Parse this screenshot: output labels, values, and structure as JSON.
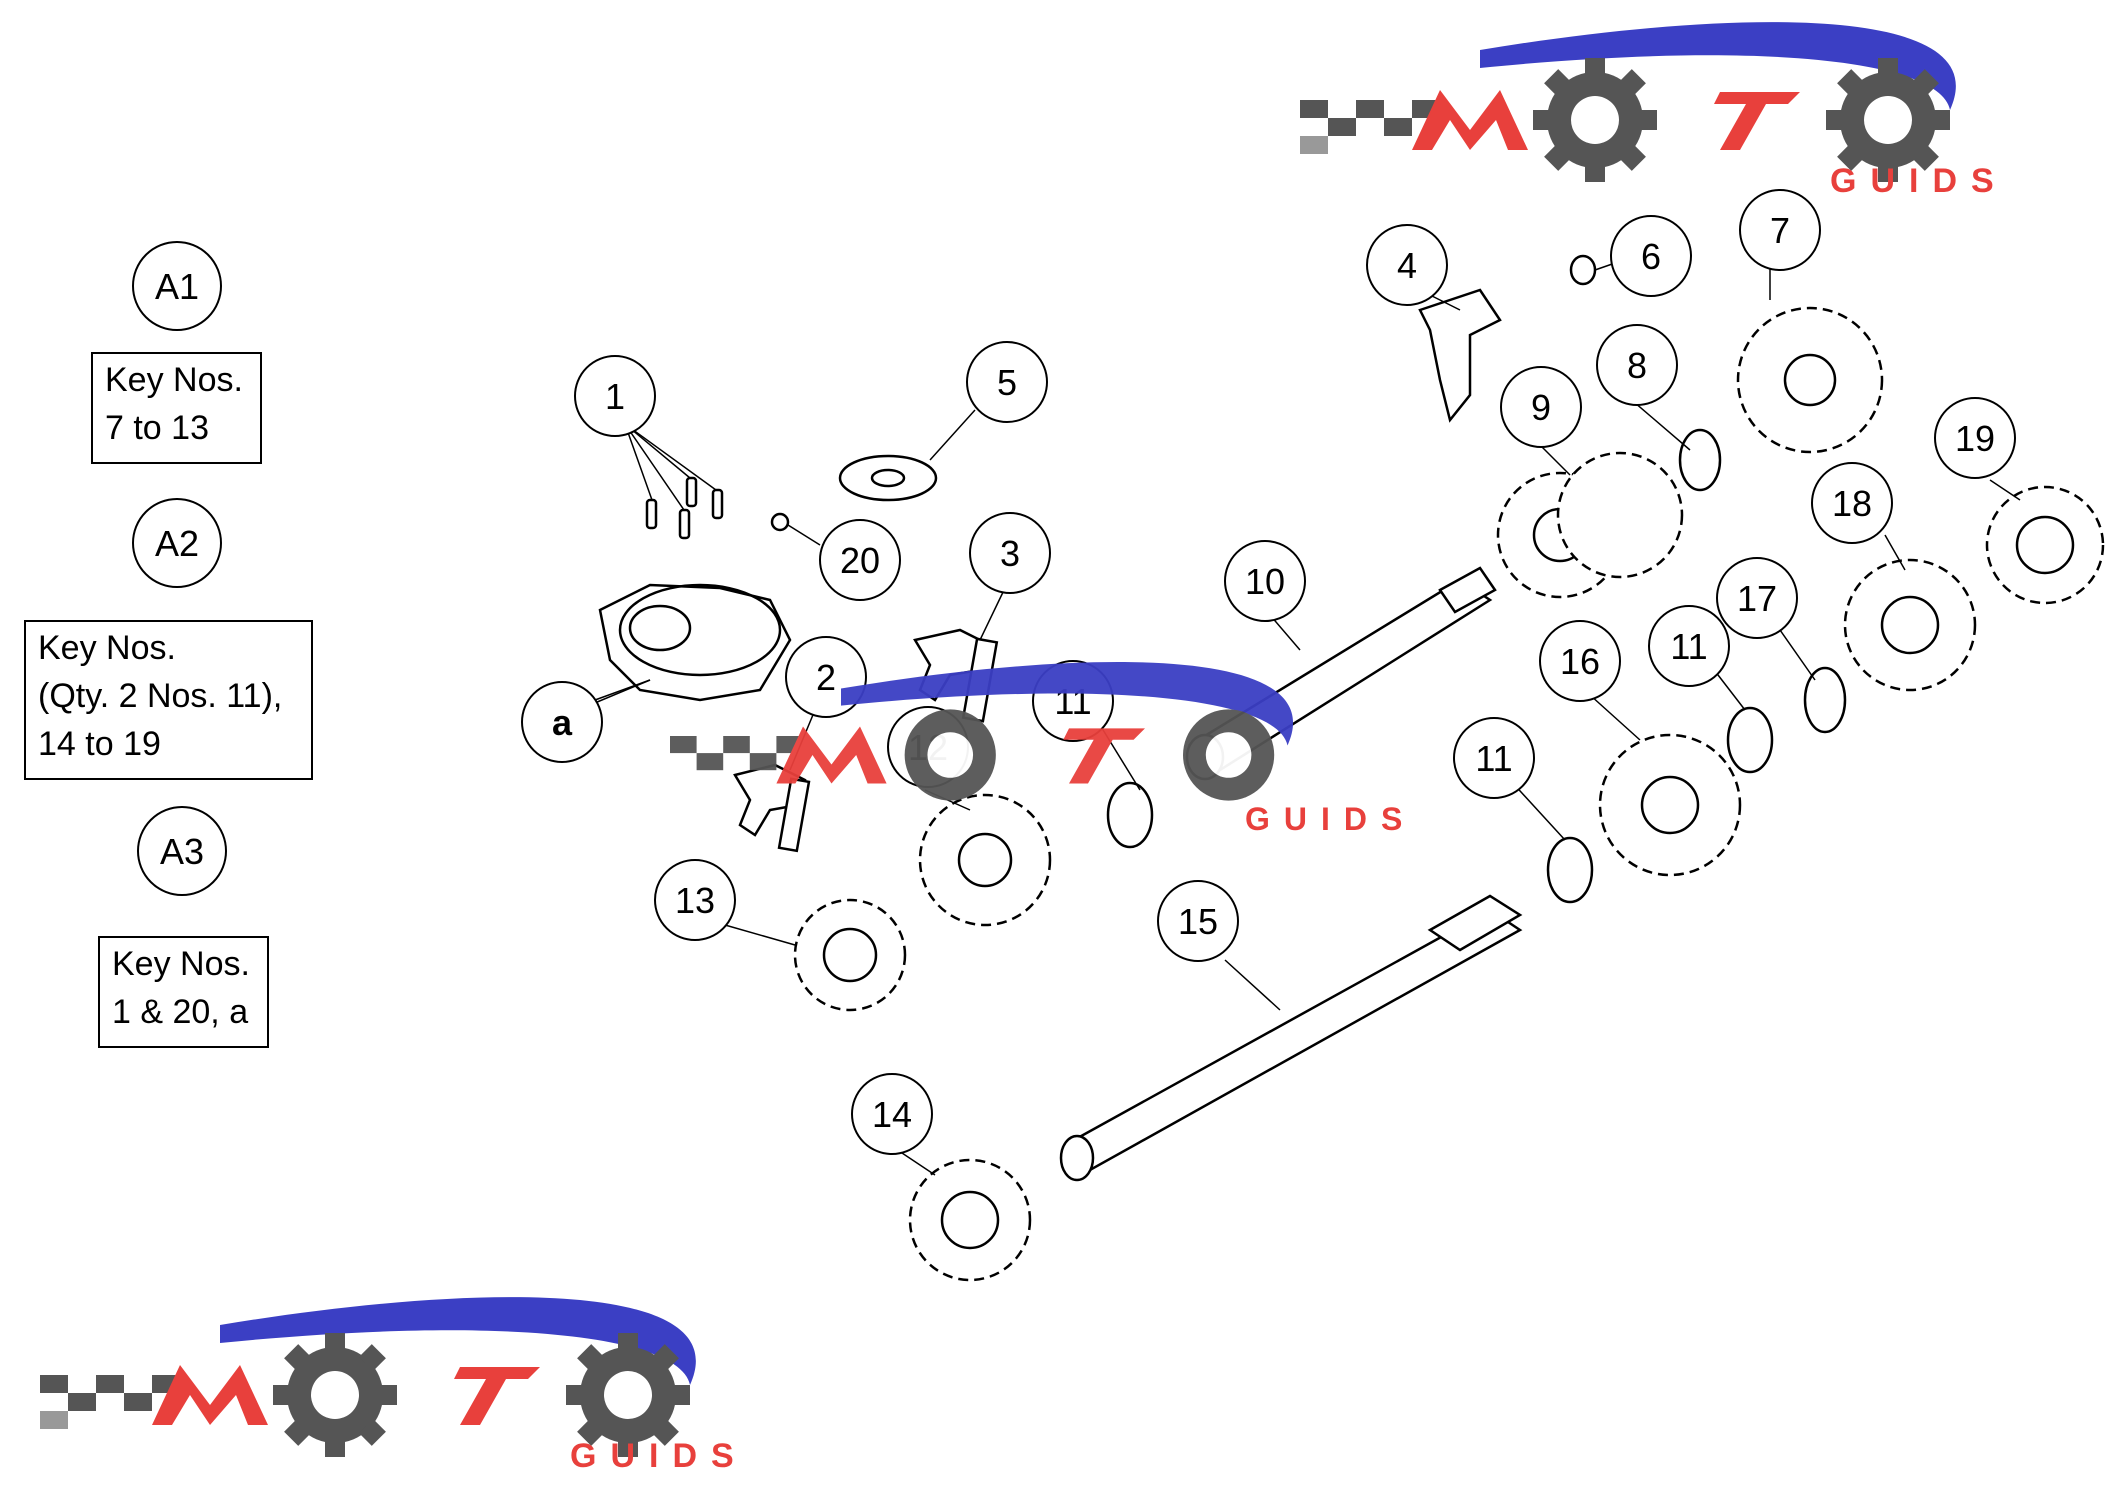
{
  "group_bubbles": [
    {
      "id": "A1",
      "label": "A1"
    },
    {
      "id": "A2",
      "label": "A2"
    },
    {
      "id": "A3",
      "label": "A3"
    }
  ],
  "key_boxes": [
    {
      "id": "A1",
      "lines": [
        "Key Nos.",
        "7 to 13"
      ]
    },
    {
      "id": "A2",
      "lines": [
        "Key Nos.",
        "(Qty. 2 Nos. 11),",
        "14 to 19"
      ]
    },
    {
      "id": "A3",
      "lines": [
        "Key Nos.",
        "1 & 20, a"
      ]
    }
  ],
  "callouts": [
    "1",
    "2",
    "3",
    "4",
    "5",
    "6",
    "7",
    "8",
    "9",
    "10",
    "11",
    "12",
    "13",
    "14",
    "15",
    "16",
    "17",
    "18",
    "19",
    "20",
    "a"
  ],
  "callout_11_repeats": [
    "11",
    "11",
    "11"
  ],
  "watermark": {
    "logo_letters": "MOTO",
    "sub_text": "GUIDS",
    "colors": {
      "red": "#e8403c",
      "gray": "#555555",
      "blue": "#3b3fc4"
    }
  }
}
